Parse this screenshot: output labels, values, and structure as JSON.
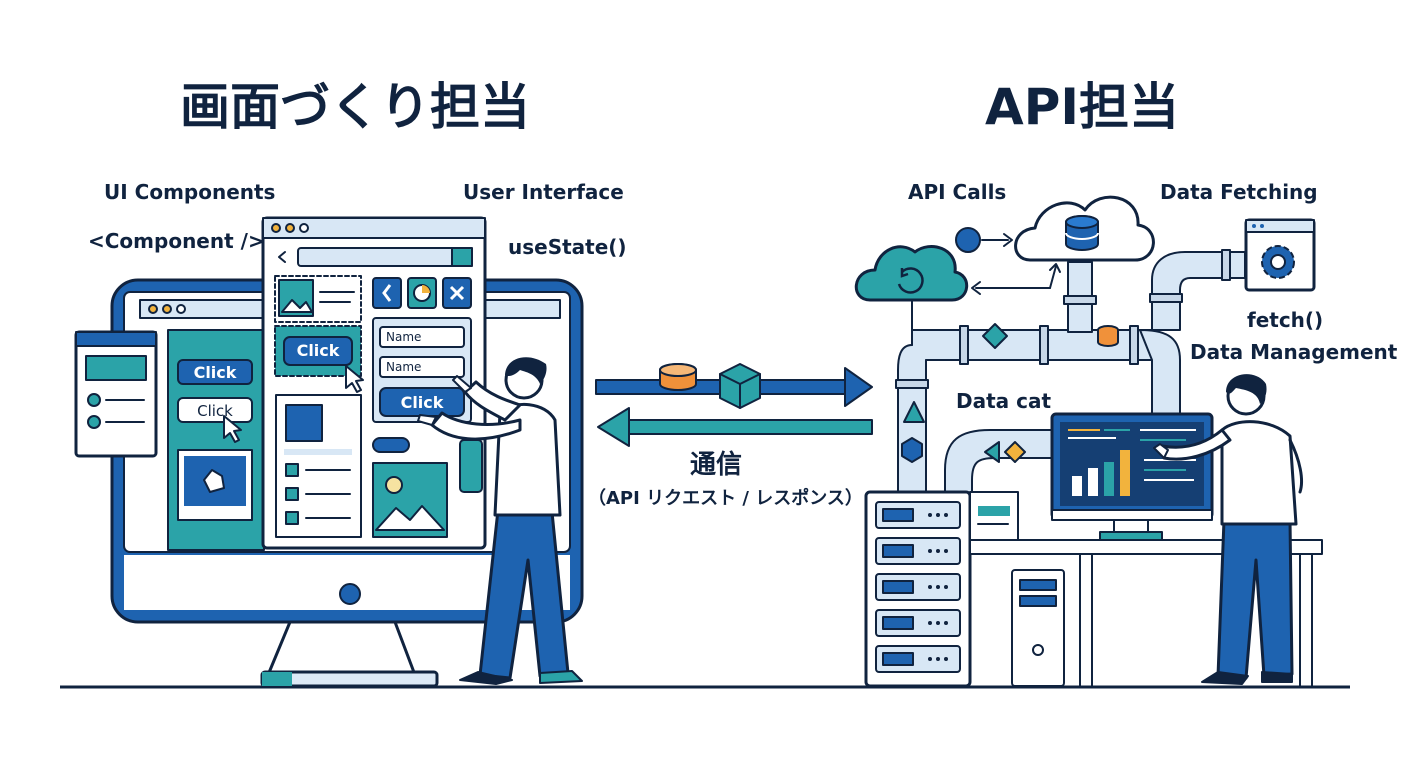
{
  "left": {
    "heading": "画面づくり担当",
    "labels": {
      "ui_components": "UI Components",
      "component_tag": "<Component />",
      "user_interface": "User Interface",
      "use_state": "useState()"
    },
    "buttons": {
      "click": "Click"
    },
    "fields": {
      "name": "Name"
    }
  },
  "right": {
    "heading": "API担当",
    "labels": {
      "api_calls": "API Calls",
      "data_fetching": "Data Fetching",
      "fetch": "fetch()",
      "data_management": "Data Management",
      "data_cat": "Data cat"
    }
  },
  "middle": {
    "title": "通信",
    "subtitle": "（API リクエスト / レスポンス）"
  },
  "colors": {
    "navy": "#10233f",
    "blue": "#1e63b0",
    "teal": "#2ba3a8",
    "light_blue": "#d8e7f5",
    "orange": "#f0913a",
    "yellow": "#f2b33d"
  }
}
